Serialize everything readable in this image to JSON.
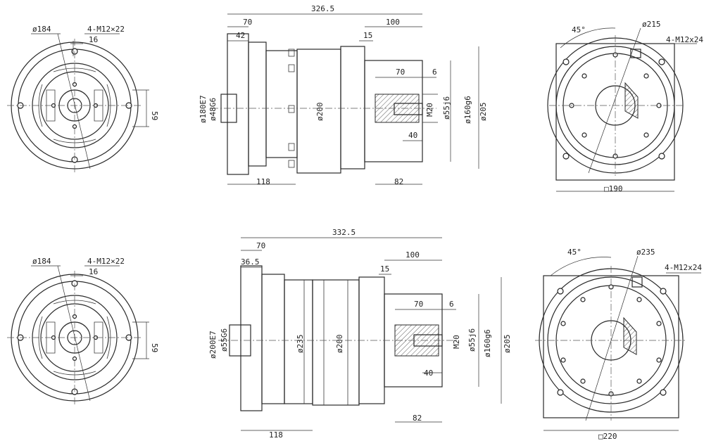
{
  "top_row": {
    "front": {
      "dia_pcd": "ø184",
      "bolts": "4-M12×22",
      "key": "16",
      "height": "59"
    },
    "side": {
      "overall": "326.5",
      "flange": "70",
      "flange_inner": "42",
      "out_len": "100",
      "shoulder": "15",
      "key_len": "70",
      "key_w": "6",
      "dia_180": "ø180E7",
      "dia_48": "ø48G6",
      "dia_200": "ø200",
      "thread": "M20",
      "dia_55": "ø55j6",
      "dia_160": "ø160g6",
      "dia_205": "ø205",
      "depth40": "40",
      "len118": "118",
      "len82": "82"
    },
    "rear": {
      "angle": "45°",
      "pcd": "ø215",
      "bolts": "4-M12x24",
      "square": "□190"
    }
  },
  "bottom_row": {
    "front": {
      "dia_pcd": "ø184",
      "bolts": "4-M12×22",
      "key": "16",
      "height": "59"
    },
    "side": {
      "overall": "332.5",
      "flange": "70",
      "flange_inner": "36.5",
      "out_len": "100",
      "shoulder": "15",
      "key_len": "70",
      "key_w": "6",
      "dia_200e7": "ø200E7",
      "dia_55g6": "ø55G6",
      "dia_mid": "ø235",
      "dia_200": "ø200",
      "thread": "M20",
      "dia_55": "ø55j6",
      "dia_160": "ø160g6",
      "dia_205": "ø205",
      "depth40": "40",
      "len118": "118",
      "len82": "82"
    },
    "rear": {
      "angle": "45°",
      "pcd": "ø235",
      "bolts": "4-M12x24",
      "square": "□220"
    }
  }
}
